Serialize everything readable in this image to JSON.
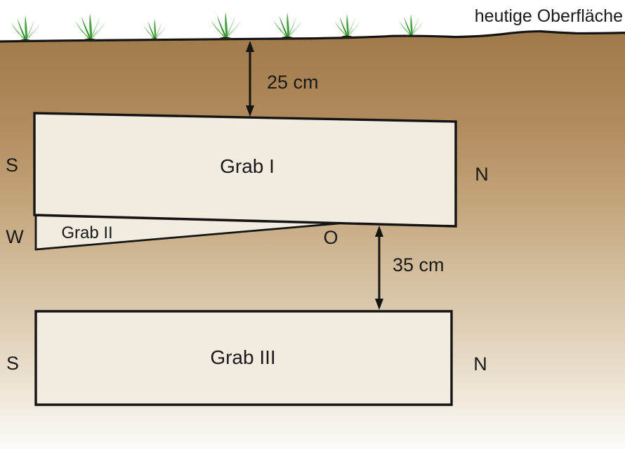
{
  "diagram": {
    "surface_label": "heutige Oberfläche",
    "measurements": {
      "surface_to_grab1": "25 cm",
      "grab1_to_grab3": "35 cm"
    },
    "grab1": {
      "label": "Grab I",
      "dir_left": "S",
      "dir_right": "N"
    },
    "grab2": {
      "label": "Grab II",
      "dir_left": "W",
      "dir_right": "O"
    },
    "grab3": {
      "label": "Grab III",
      "dir_left": "S",
      "dir_right": "N"
    },
    "colors": {
      "soil_top": "#a0794a",
      "soil_mid1": "#b18b5d",
      "soil_mid2": "#c2a378",
      "soil_mid3": "#d1bb99",
      "soil_mid4": "#e0d0b7",
      "soil_light": "#f0e9db",
      "soil_bottom": "#fcfbf8",
      "grave_fill": "#f2ebdf",
      "outline": "#141414",
      "grass_dark": "#2e8a2e",
      "grass_mid": "#44a33c",
      "grass_light": "#74c257"
    }
  }
}
